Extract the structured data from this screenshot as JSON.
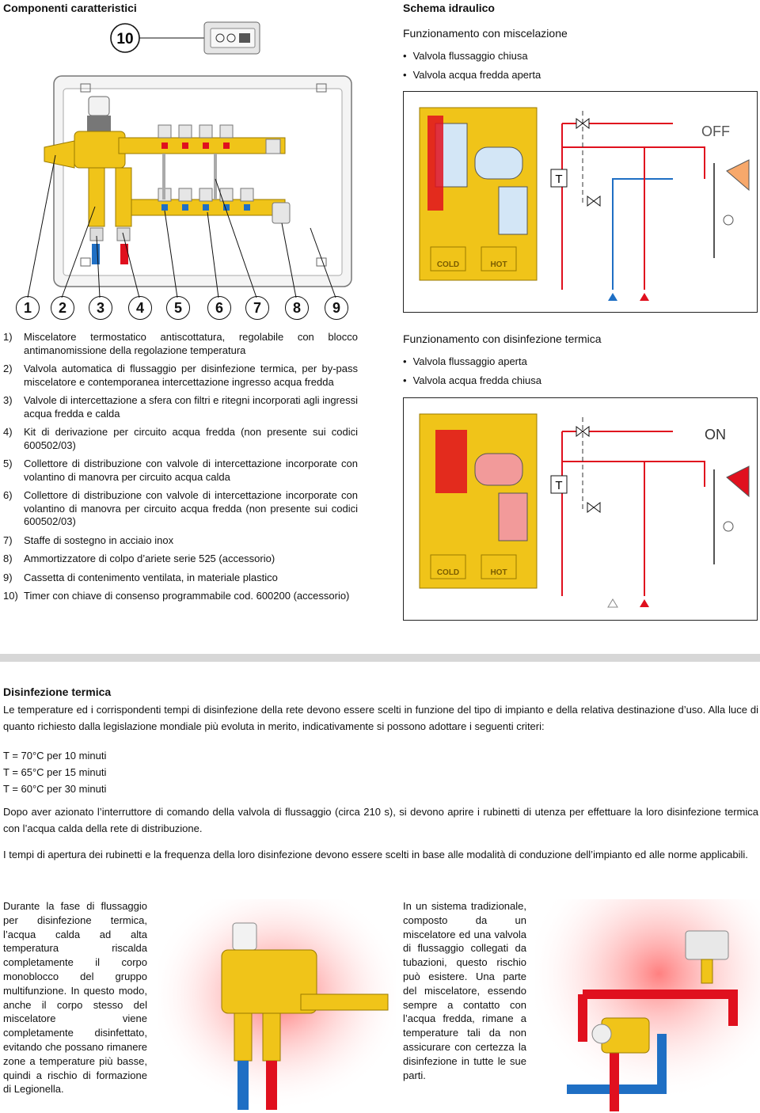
{
  "left_header": "Componenti caratteristici",
  "right_header": "Schema idraulico",
  "timer_number": "10",
  "callout_numbers": [
    "1",
    "2",
    "3",
    "4",
    "5",
    "6",
    "7",
    "8",
    "9"
  ],
  "components": [
    {
      "n": "1)",
      "text": "Miscelatore termostatico antiscottatura, regolabile con blocco antimanomissione della regolazione temperatura"
    },
    {
      "n": "2)",
      "text": "Valvola automatica di flussaggio per disinfezione termica, per by-pass miscelatore e contemporanea intercettazione ingresso acqua fredda"
    },
    {
      "n": "3)",
      "text": "Valvole di intercettazione a sfera con filtri e ritegni incorporati agli ingressi acqua fredda e calda"
    },
    {
      "n": "4)",
      "text": "Kit di derivazione per circuito acqua fredda (non presente sui codici 600502/03)"
    },
    {
      "n": "5)",
      "text": "Collettore di distribuzione con valvole di intercettazione incorporate con volantino di manovra per circuito acqua calda"
    },
    {
      "n": "6)",
      "text": "Collettore di distribuzione con valvole di intercettazione incorporate con volantino di manovra per circuito acqua fredda (non presente sui codici 600502/03)"
    },
    {
      "n": "7)",
      "text": "Staffe di sostegno in acciaio inox"
    },
    {
      "n": "8)",
      "text": "Ammortizzatore di colpo d’ariete serie 525 (accessorio)"
    },
    {
      "n": "9)",
      "text": "Cassetta di contenimento ventilata, in materiale plastico"
    },
    {
      "n": "10)",
      "text": "Timer con chiave di consenso programmabile cod. 600200 (accessorio)"
    }
  ],
  "mode1": {
    "title": "Funzionamento con miscelazione",
    "bullets": [
      "Valvola flussaggio chiusa",
      "Valvola acqua fredda aperta"
    ],
    "timer_state": "OFF",
    "t_label": "T",
    "cold_label": "COLD",
    "hot_label": "HOT"
  },
  "mode2": {
    "title": "Funzionamento con disinfezione termica",
    "bullets": [
      "Valvola flussaggio aperta",
      "Valvola acqua fredda chiusa"
    ],
    "timer_state": "ON",
    "t_label": "T",
    "cold_label": "COLD",
    "hot_label": "HOT"
  },
  "disinfection": {
    "title": "Disinfezione termica",
    "p1": "Le temperature ed i corrispondenti tempi di disinfezione della rete devono essere scelti in funzione del tipo di impianto e della relativa destinazione d’uso. Alla luce di quanto richiesto dalla legislazione mondiale più evoluta in merito, indicativamente si possono adottare i seguenti criteri:",
    "criteria": [
      "T = 70°C per 10 minuti",
      "T = 65°C per 15 minuti",
      "T = 60°C per 30 minuti"
    ],
    "p2": "Dopo aver azionato l’interruttore di comando della valvola di flussaggio (circa 210 s), si devono aprire i rubinetti di utenza per effettuare la loro disinfezione termica con l’acqua calda della rete di distribuzione.",
    "p3": "I tempi di apertura dei rubinetti e la frequenza della loro disinfezione devono essere scelti in base alle modalità di conduzione dell’impianto ed alle norme applicabili."
  },
  "bottom_left_text": "Durante la fase di flussaggio per disinfezione termica, l’acqua calda ad alta temperatura riscalda completamente il corpo monoblocco del gruppo multifunzione. In questo modo, anche il corpo stesso del miscelatore viene completamente disinfettato, evitando che possano rimanere zone a temperature più basse, quindi a rischio di formazione di Legionella.",
  "bottom_right_text": "In un sistema tradizionale, composto da un miscelatore ed una valvola di flussaggio collegati da tubazioni, questo rischio può esistere. Una parte del miscelatore, essendo sempre a contatto con l’acqua fredda, rimane a temperature tali da non assicurare con certezza la disinfezione in tutte le sue parti.",
  "colors": {
    "hot": "#e0101e",
    "cold": "#1f6fc4",
    "brass": "#f0c419",
    "grey": "#c8c8c8"
  }
}
